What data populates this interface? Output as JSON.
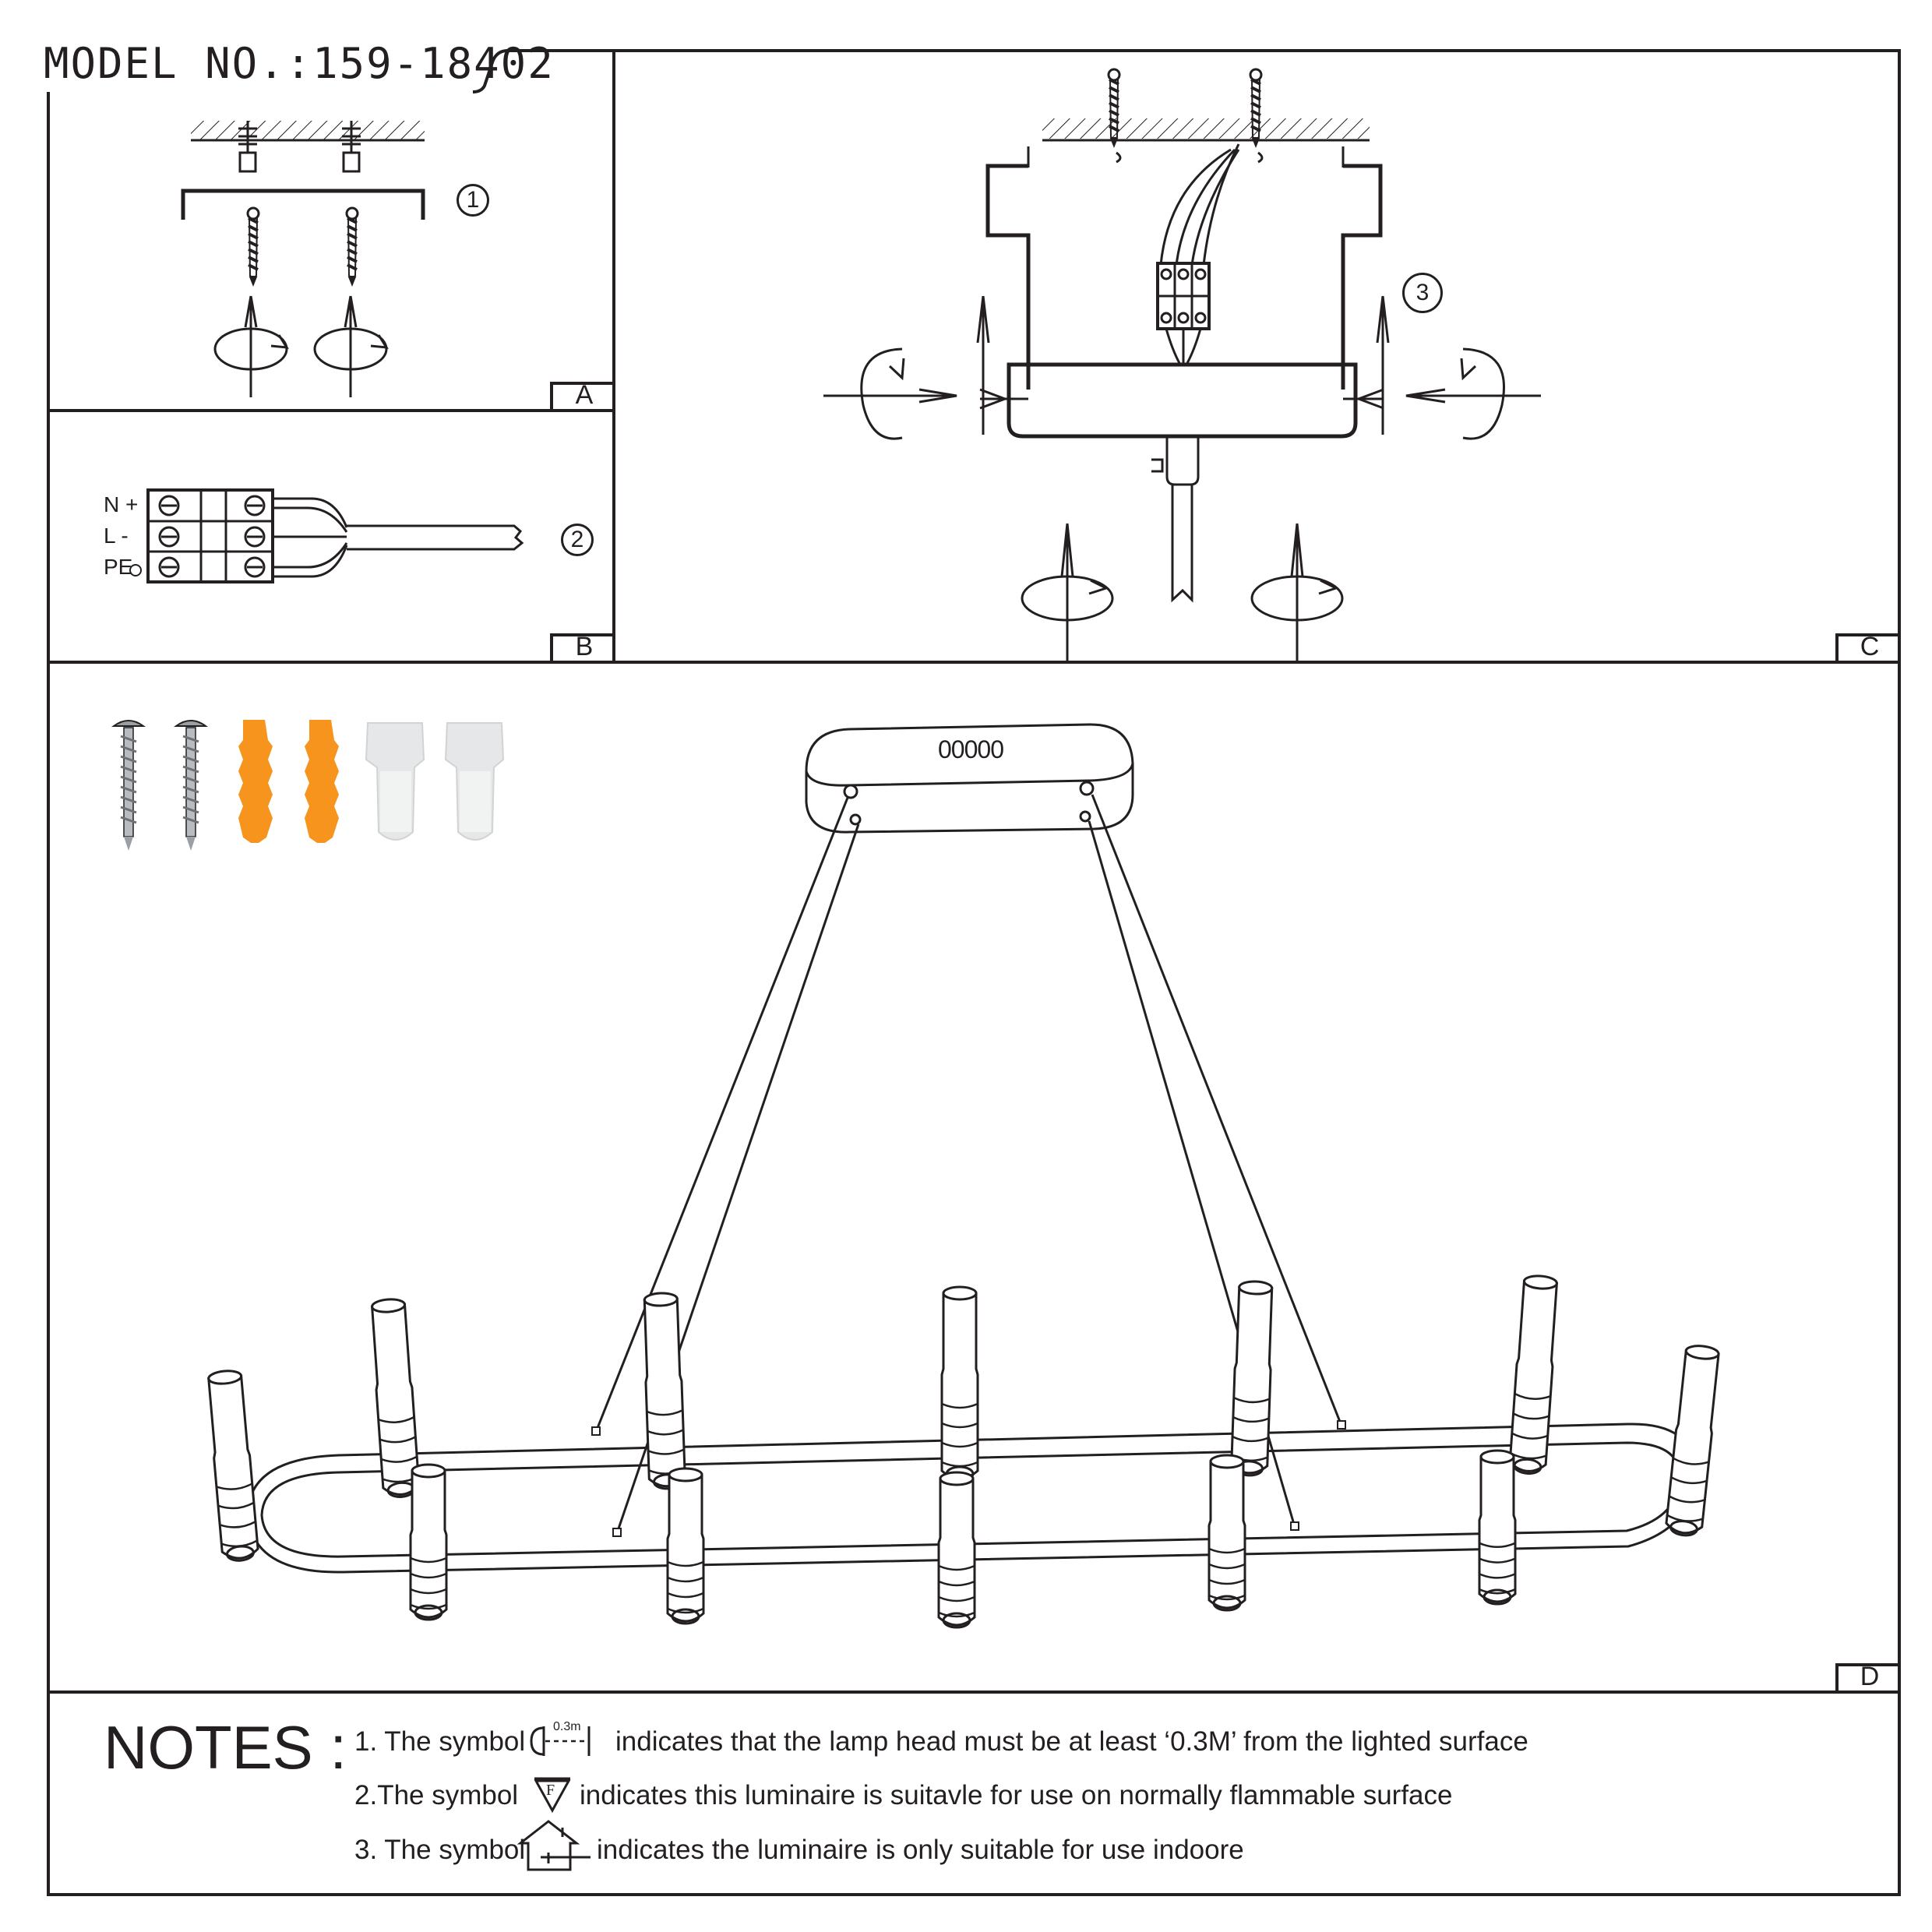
{
  "header": {
    "model": "MODEL NO.:159-18402"
  },
  "panels": {
    "a": "A",
    "b": "B",
    "c": "C",
    "d": "D"
  },
  "steps": {
    "s1": "1",
    "s2": "2",
    "s3": "3"
  },
  "terminal": {
    "n": "N +",
    "l": "L -",
    "pe": "PE"
  },
  "lamp_body": {
    "label": "00000"
  },
  "notes": {
    "heading": "NOTES :",
    "n1_a": "1. The symbol",
    "n1_sym": "0.3m",
    "n1_b": "indicates that the lamp head must be at least ‘0.3M’ from the lighted surface",
    "n2_a": "2.The symbol",
    "n2_sym": "F",
    "n2_b": "indicates this luminaire is suitavle for use on normally flammable surface",
    "n3_a": "3. The symbol",
    "n3_b": "indicates the luminaire is only suitable for use indoore"
  },
  "colors": {
    "ink": "#231f20",
    "anchor_orange": "#f7941d",
    "screw_grey": "#9aa0a6",
    "connector": "#e6e7e8"
  }
}
